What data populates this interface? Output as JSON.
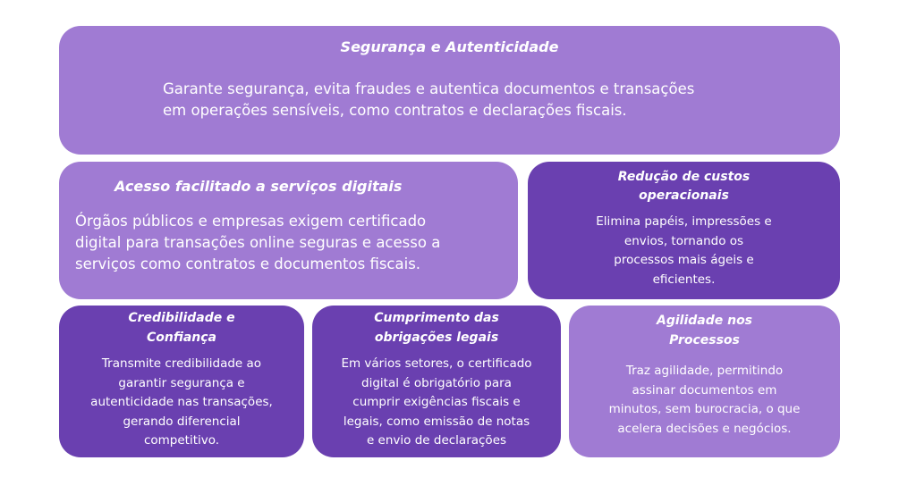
{
  "cards": {
    "seguranca": {
      "title": "Segurança e Autenticidade",
      "body": "Garante segurança, evita fraudes e autentica documentos e transações\nem operações sensíveis, como contratos e declarações fiscais."
    },
    "acesso": {
      "title": "Acesso facilitado a serviços digitais",
      "body": "Órgãos públicos e empresas exigem certificado\ndigital para transações online seguras e acesso a\nserviços como contratos e documentos fiscais."
    },
    "reducao": {
      "title": "Redução de custos\noperacionais",
      "body": "Elimina papéis, impressões e\nenvios, tornando os\nprocessos mais ágeis e\neficientes."
    },
    "credibilidade": {
      "title": "Credibilidade e\nConfiança",
      "body": "Transmite credibilidade ao\ngarantir segurança e\nautenticidade nas transações,\ngerando diferencial\ncompetitivo."
    },
    "cumprimento": {
      "title": "Cumprimento das\nobrigações legais",
      "body": "Em vários setores, o certificado\ndigital é obrigatório para\ncumprir exigências fiscais e\nlegais, como emissão de notas\ne envio de declarações"
    },
    "agilidade": {
      "title": "Agilidade nos\nProcessos",
      "body": "Traz agilidade, permitindo\nassinar documentos em\nminutos, sem burocracia, o que\nacelera decisões e negócios."
    }
  },
  "colors": {
    "light_card": "#a07bd3",
    "dark_card": "#6a40b0",
    "text": "#ffffff"
  }
}
